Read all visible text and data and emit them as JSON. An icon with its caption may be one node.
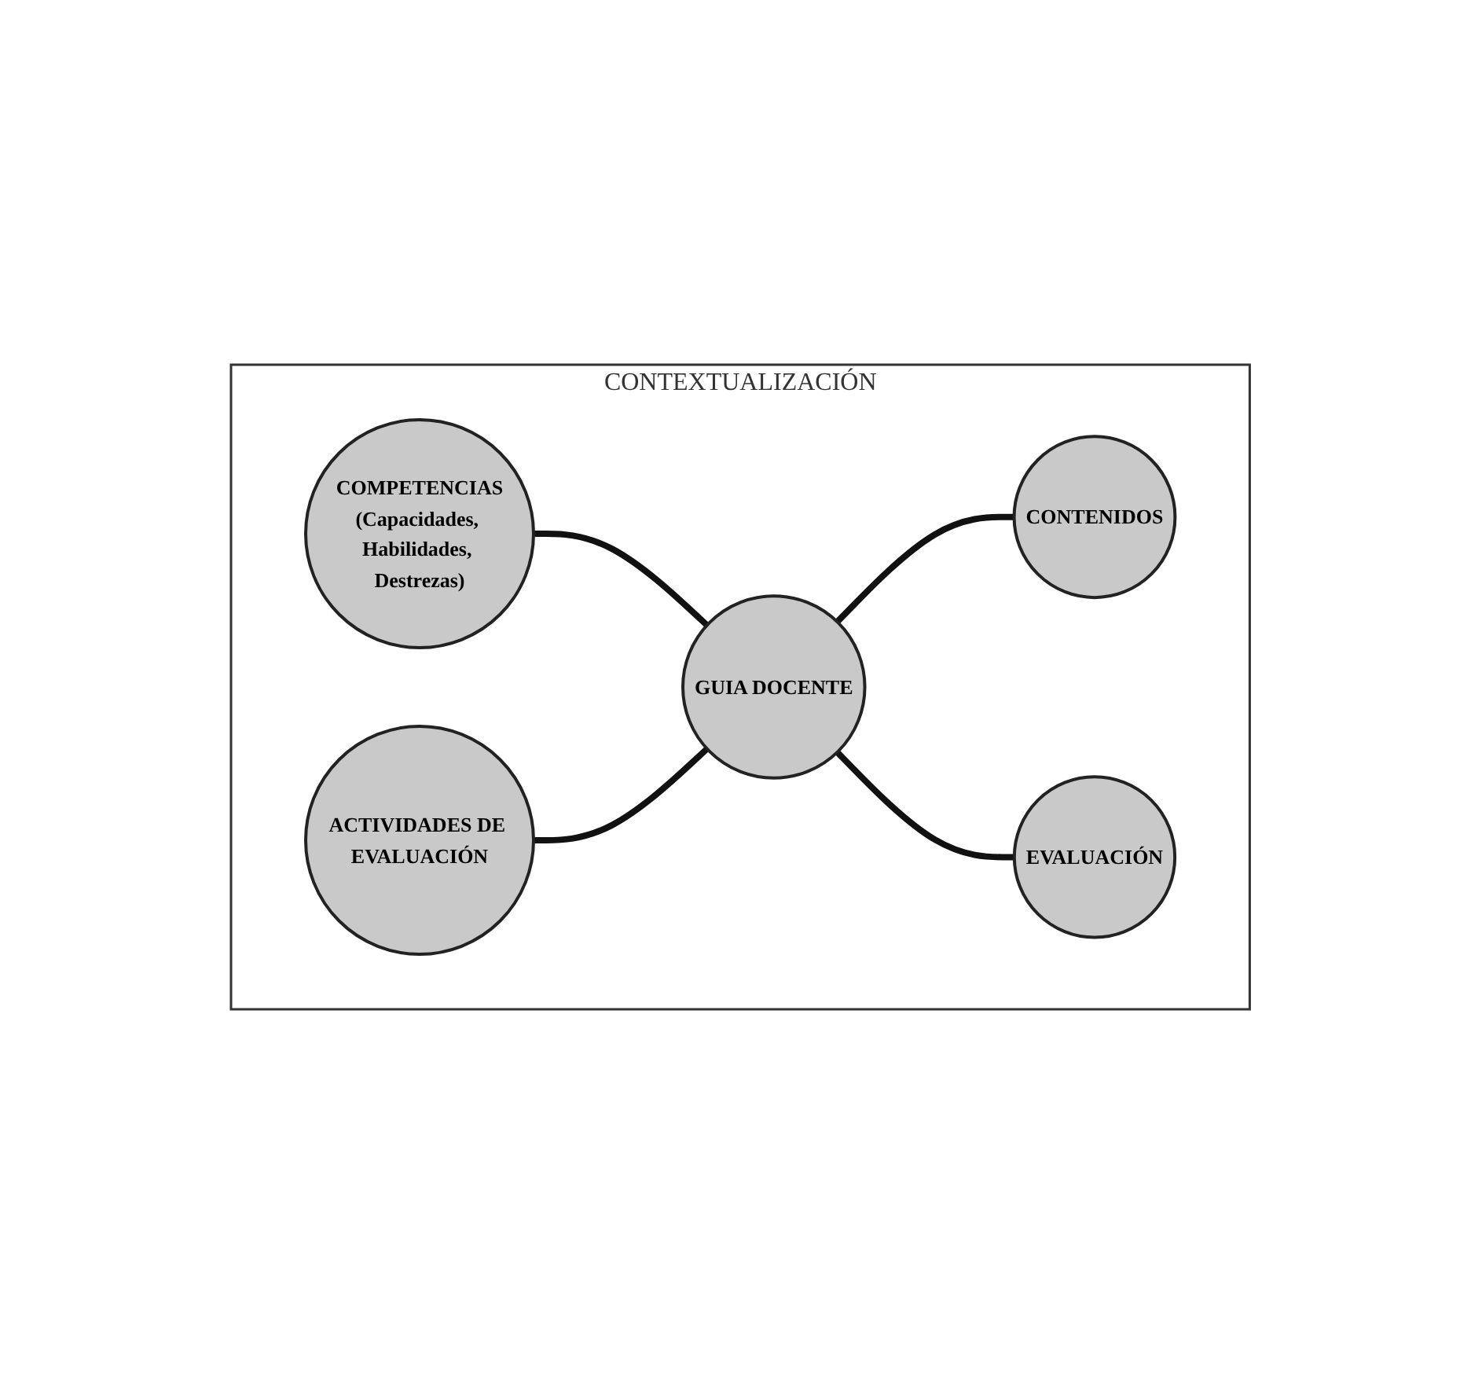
{
  "diagram": {
    "nodes": [
      {
        "text": [
          "CONTEXTUALIZACIÓN"
        ]
      },
      {
        "text": [
          "COMPETENCIAS",
          "(Capacidades, Habilidades, Destrezas)"
        ],
        "in": 0
      },
      {
        "text": [
          "ACTIVIDADES DE EVALUACIÓN"
        ],
        "in": 0
      },
      {
        "text": [
          "GUIA DOCENTE"
        ],
        "in": 0
      },
      {
        "text": [
          "CONTENIDOS"
        ],
        "in": 0
      },
      {
        "text": [
          "EVALUACIÓN"
        ],
        "in": 0
      }
    ],
    "edges": [
      {
        "from": 1,
        "to": 3,
        "arrow": "none"
      },
      {
        "from": 2,
        "to": 3,
        "arrow": "none"
      },
      {
        "from": 3,
        "to": 4,
        "arrow": "none"
      },
      {
        "from": 3,
        "to": 5,
        "arrow": "none"
      }
    ]
  }
}
